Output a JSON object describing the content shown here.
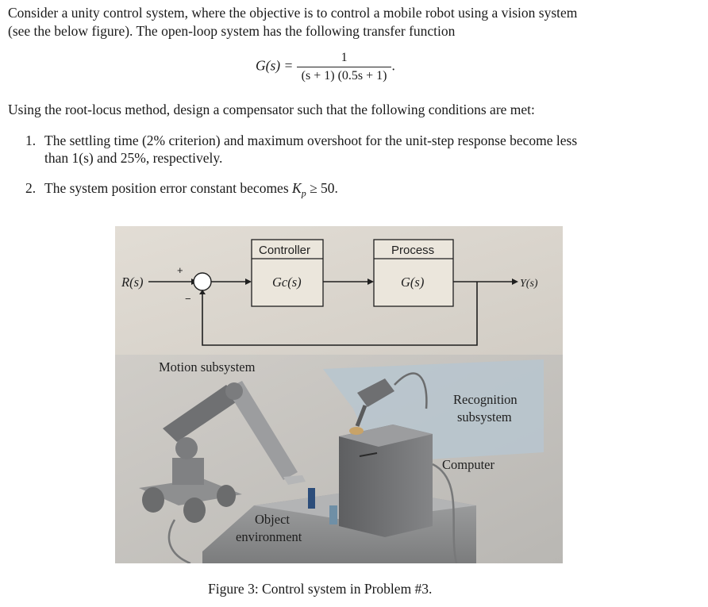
{
  "intro": {
    "line1": "Consider a unity control system, where the objective is to control a mobile robot using a vision system",
    "line2": "(see the below figure). The open-loop system has the following transfer function"
  },
  "equation": {
    "lhs": "G(s) =",
    "numerator": "1",
    "denominator": "(s + 1) (0.5s + 1)",
    "trailing": "."
  },
  "design_text": "Using the root-locus method, design a compensator such that the following conditions are met:",
  "conditions": [
    {
      "number": "1.",
      "line1": "The settling time (2% criterion) and maximum overshoot for the unit-step response become less",
      "line2": "than 1(s) and 25%, respectively."
    },
    {
      "number": "2.",
      "text_before": "The system position error constant becomes ",
      "math": "K",
      "subscript": "p",
      "text_after": " ≥ 50."
    }
  ],
  "figure": {
    "block_diagram": {
      "input_label": "R(s)",
      "plus_sign": "+",
      "minus_sign": "−",
      "controller_title": "Controller",
      "controller_tf": "Gc(s)",
      "process_title": "Process",
      "process_tf": "G(s)",
      "output_label": "Y(s)"
    },
    "labels": {
      "motion": "Motion subsystem",
      "recognition_line1": "Recognition",
      "recognition_line2": "subsystem",
      "computer": "Computer",
      "object_line1": "Object",
      "object_line2": "environment"
    },
    "caption": "Figure 3: Control system in Problem #3."
  },
  "colors": {
    "diagram_bg": "#dcd7cf",
    "photo_bg": "#c9c6c1",
    "box_fill": "#ebe6dc",
    "robot_gray": "#7d7e80",
    "table_gray": "#8d8e8f",
    "computer_gray": "#6d6e70",
    "blue_panel": "#b7c6cf"
  }
}
